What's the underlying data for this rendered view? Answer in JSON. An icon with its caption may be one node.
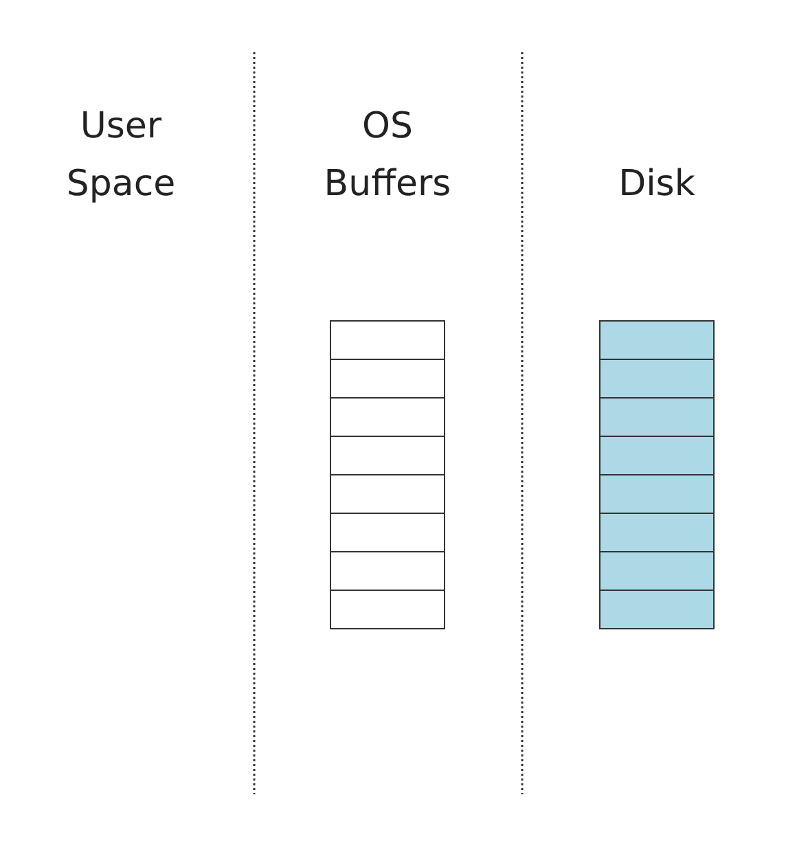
{
  "diagram": {
    "nodes": [
      {
        "text": [],
        "shape": "box"
      },
      {
        "text": [],
        "shape": "box"
      },
      {
        "text": [],
        "shape": "box"
      },
      {
        "text": [],
        "shape": "box"
      },
      {
        "text": [],
        "shape": "box"
      },
      {
        "text": [],
        "shape": "box"
      },
      {
        "text": [],
        "shape": "box"
      },
      {
        "text": [],
        "shape": "box"
      },
      {
        "text": [],
        "shape": "box"
      },
      {
        "text": [],
        "shape": "box"
      },
      {
        "text": [],
        "shape": "box"
      },
      {
        "text": [],
        "shape": "box"
      },
      {
        "text": [],
        "shape": "box"
      },
      {
        "text": [],
        "shape": "box"
      },
      {
        "text": [],
        "shape": "box"
      },
      {
        "text": [],
        "shape": "box"
      }
    ],
    "edges": [],
    "labels": [
      "User Space",
      "OS Buffers",
      "Disk"
    ]
  }
}
